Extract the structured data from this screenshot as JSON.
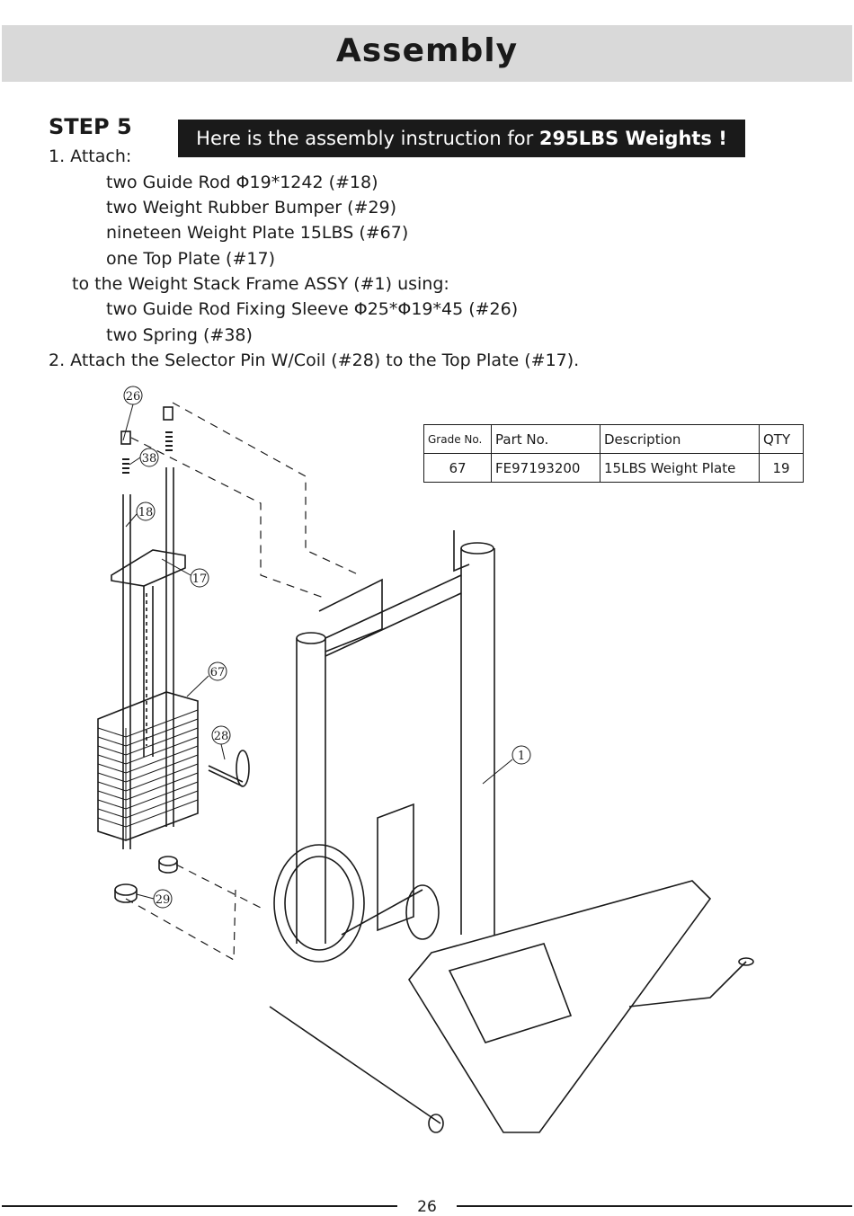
{
  "header": {
    "title": "Assembly"
  },
  "step": {
    "title": "STEP 5"
  },
  "banner": {
    "text": "Here is the assembly instruction for ",
    "bold": "295LBS Weights !"
  },
  "instructions": [
    "1. Attach:",
    "two Guide Rod Φ19*1242 (#18)",
    "two Weight Rubber Bumper (#29)",
    "nineteen Weight Plate 15LBS (#67)",
    "one Top Plate (#17)",
    "to the Weight Stack Frame ASSY (#1) using:",
    "two Guide Rod Fixing Sleeve Φ25*Φ19*45 (#26)",
    "two Spring (#38)",
    "2. Attach the Selector Pin W/Coil (#28) to the Top Plate (#17)."
  ],
  "parts_table": {
    "headers": [
      "Grade No.",
      "Part No.",
      "Description",
      "QTY"
    ],
    "rows": [
      [
        "67",
        "FE97193200",
        "15LBS Weight Plate",
        "19"
      ]
    ]
  },
  "callouts": [
    "26",
    "38",
    "18",
    "17",
    "67",
    "28",
    "1",
    "29"
  ],
  "page_number": "26"
}
